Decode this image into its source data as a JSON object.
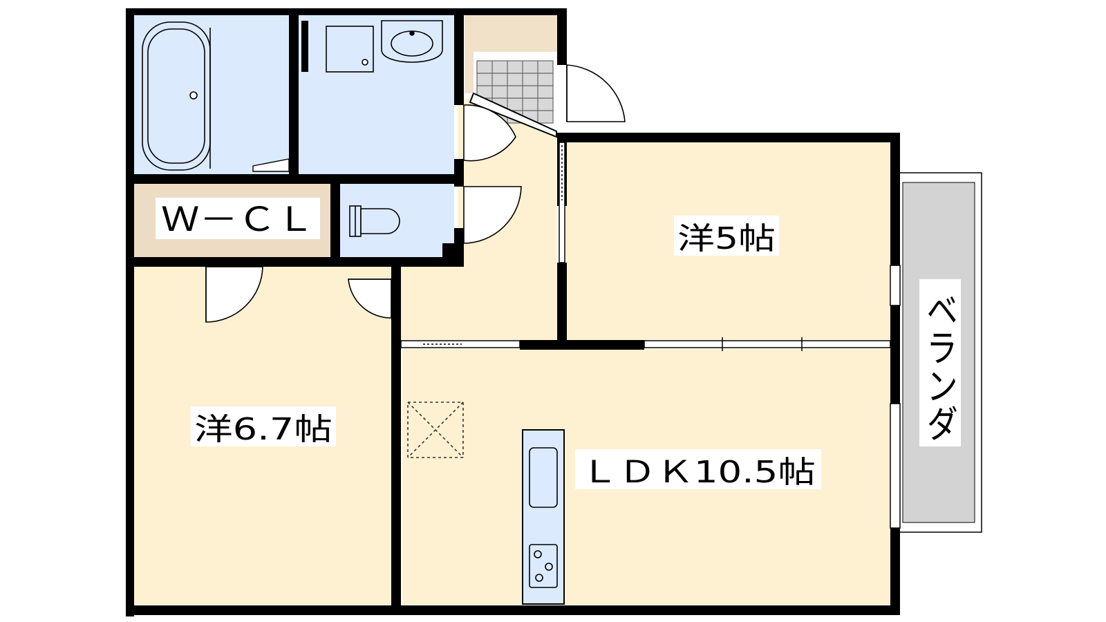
{
  "floorplan": {
    "rooms": {
      "western_a": {
        "label": "洋5帖"
      },
      "western_b": {
        "label": "洋6.7帖"
      },
      "ldk": {
        "label": "ＬＤＫ10.5帖"
      },
      "wcl": {
        "label": "Ｗ－ＣＬ"
      },
      "veranda": {
        "label": "ベランダ"
      }
    },
    "colors": {
      "living_floor": "#fdf1d2",
      "wet_area": "#dbeafd",
      "closet": "#eddcc4",
      "entrance": "#f1e1c9",
      "veranda": "#d3d3d3",
      "wall": "#000000"
    }
  }
}
